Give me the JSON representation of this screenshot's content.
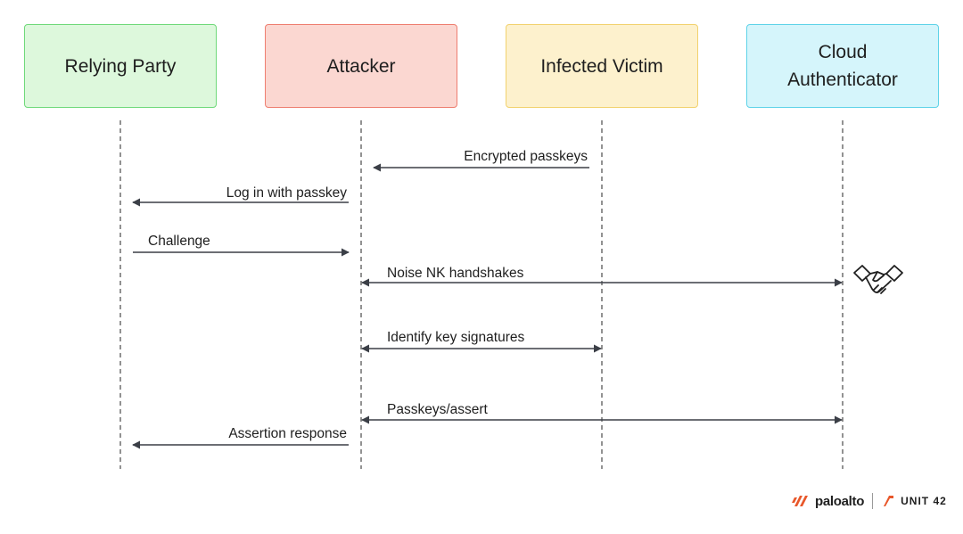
{
  "actors": [
    {
      "label": "Relying Party",
      "fill": "#ddf8dc",
      "stroke": "#6fd97a"
    },
    {
      "label": "Attacker",
      "fill": "#fbd7d1",
      "stroke": "#ee7e70"
    },
    {
      "label": "Infected Victim",
      "fill": "#fdf1cd",
      "stroke": "#f2d26e"
    },
    {
      "label": "Cloud\nAuthenticator",
      "fill": "#d5f5fb",
      "stroke": "#5fd3e8"
    }
  ],
  "messages": [
    {
      "label": "Encrypted passkeys",
      "from": 2,
      "to": 1,
      "bidirectional": false
    },
    {
      "label": "Log in with passkey",
      "from": 1,
      "to": 0,
      "bidirectional": false
    },
    {
      "label": "Challenge",
      "from": 0,
      "to": 1,
      "bidirectional": false
    },
    {
      "label": "Noise NK handshakes",
      "from": 1,
      "to": 3,
      "bidirectional": true
    },
    {
      "label": "Identify key signatures",
      "from": 1,
      "to": 2,
      "bidirectional": true
    },
    {
      "label": "Passkeys/assert",
      "from": 1,
      "to": 3,
      "bidirectional": true
    },
    {
      "label": "Assertion response",
      "from": 1,
      "to": 0,
      "bidirectional": false
    }
  ],
  "icons": {
    "handshake": "handshake-icon",
    "logo": "paloalto-logo-icon",
    "unit42": "unit42-logo-icon"
  },
  "brand": {
    "paloalto": "paloalto",
    "unit42": "UNIT 42"
  },
  "colors": {
    "line": "#3b3f47",
    "lifeline": "#4a4a4a",
    "logo_accent": "#e8572a"
  }
}
